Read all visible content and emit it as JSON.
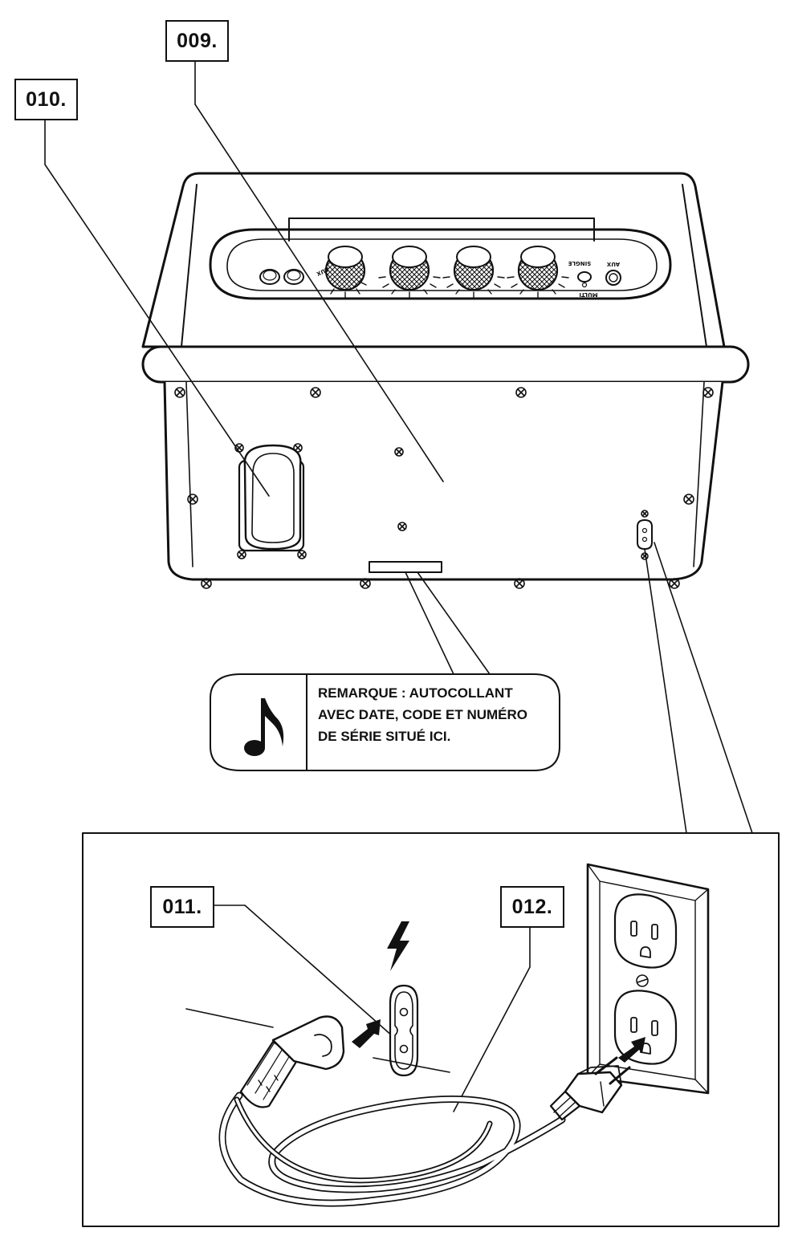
{
  "callouts": {
    "c009": "009.",
    "c010": "010.",
    "c011": "011.",
    "c012": "012."
  },
  "note": {
    "icon": "music-note-icon",
    "lines": [
      "REMARQUE  :  AUTOCOLLANT",
      "AVEC DATE, CODE ET NUMÉRO",
      "DE SÉRIE SITUÉ ICI."
    ]
  },
  "panel_labels": {
    "single": "SINGLE",
    "multi": "MULTI",
    "aux": "AUX",
    "aux_knob": "AUX"
  },
  "icons": [
    "power-bolt-icon",
    "music-note-icon",
    "screw-icon"
  ],
  "colors": {
    "line": "#111111",
    "background": "#ffffff"
  }
}
